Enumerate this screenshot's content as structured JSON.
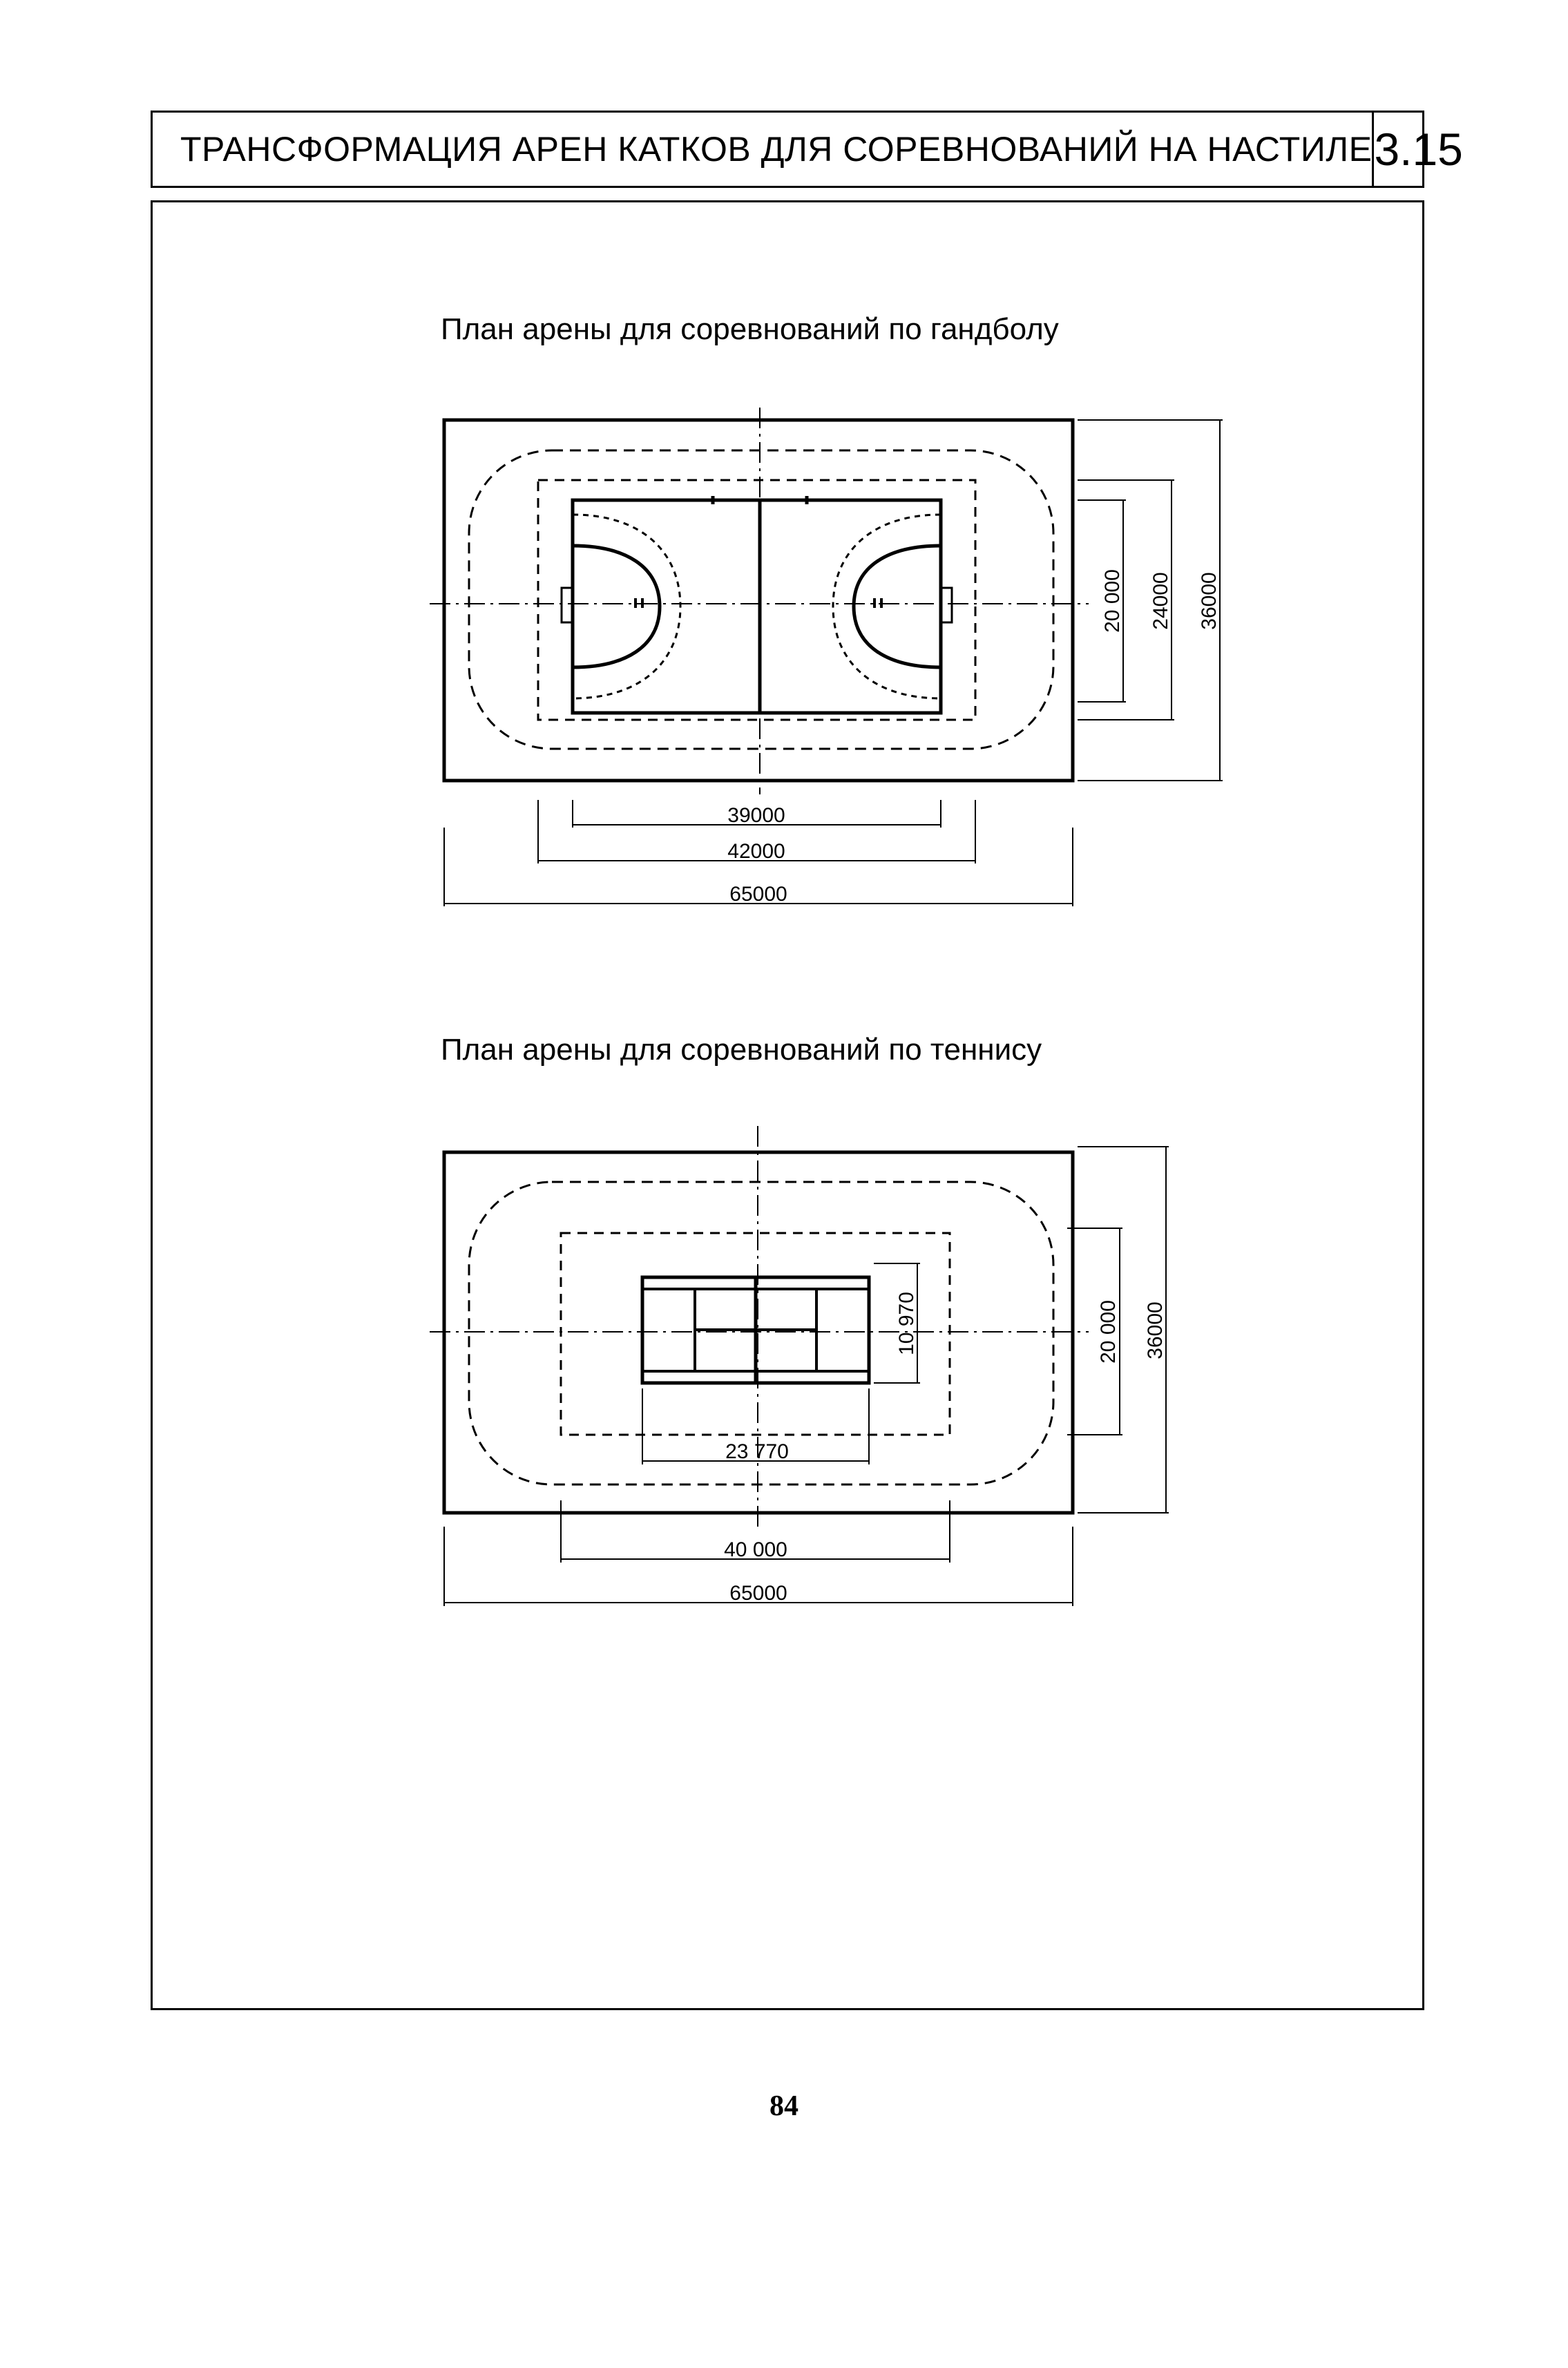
{
  "header": {
    "title": "ТРАНСФОРМАЦИЯ АРЕН КАТКОВ ДЛЯ СОРЕВНОВАНИЙ НА НАСТИЛЕ",
    "section_number": "3.15"
  },
  "handball_plan": {
    "title": "План арены для соревнований по гандболу",
    "dim_court_length": "39000",
    "dim_inner_length": "42000",
    "dim_total_length": "65000",
    "dim_court_width": "20 000",
    "dim_inner_width": "24000",
    "dim_total_width": "36000"
  },
  "tennis_plan": {
    "title": "План арены для соревнований по теннису",
    "dim_court_length": "23 770",
    "dim_inner_length": "40 000",
    "dim_total_length": "65000",
    "dim_court_width": "10 970",
    "dim_inner_width": "20 000",
    "dim_total_width": "36000"
  },
  "page_number": "84"
}
